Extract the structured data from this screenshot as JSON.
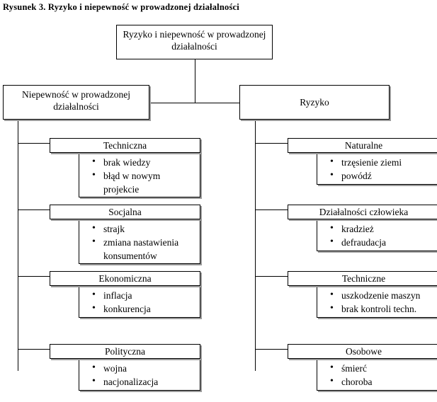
{
  "figure": {
    "caption": "Rysunek 3. Ryzyko i niepewność w prowadzonej działalności",
    "root": {
      "label": "Ryzyko i niepewność w prowadzonej działalności"
    },
    "branches": [
      {
        "label": "Niepewność w prowadzonej działalności",
        "categories": [
          {
            "label": "Techniczna",
            "items": [
              "brak wiedzy",
              "błąd w nowym projekcie"
            ]
          },
          {
            "label": "Socjalna",
            "items": [
              "strajk",
              "zmiana nastawienia konsumentów"
            ]
          },
          {
            "label": "Ekonomiczna",
            "items": [
              "inflacja",
              "konkurencja"
            ]
          },
          {
            "label": "Polityczna",
            "items": [
              "wojna",
              "nacjonalizacja"
            ]
          }
        ]
      },
      {
        "label": "Ryzyko",
        "categories": [
          {
            "label": "Naturalne",
            "items": [
              "trzęsienie ziemi",
              "powódź"
            ]
          },
          {
            "label": "Działalności człowieka",
            "items": [
              "kradzież",
              "defraudacja"
            ]
          },
          {
            "label": "Techniczne",
            "items": [
              "uszkodzenie maszyn",
              "brak kontroli techn."
            ]
          },
          {
            "label": "Osobowe",
            "items": [
              "śmierć",
              "choroba"
            ]
          }
        ]
      }
    ],
    "colors": {
      "line": "#000000",
      "shadow": "#9a9a9a",
      "background": "#ffffff",
      "text": "#000000"
    }
  }
}
